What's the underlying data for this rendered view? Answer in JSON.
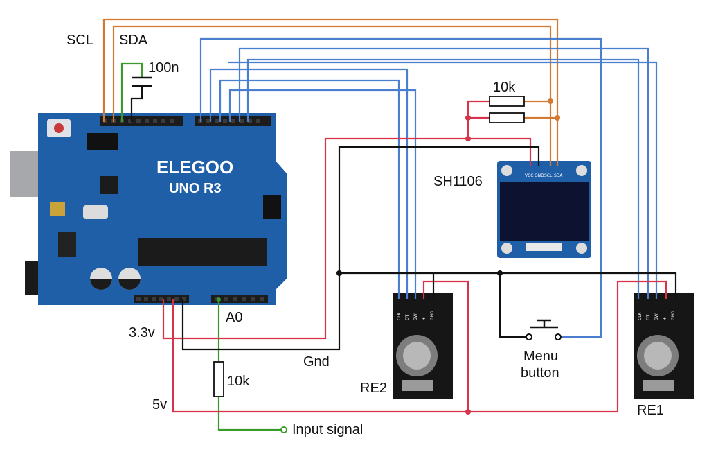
{
  "labels": {
    "scl": "SCL",
    "sda": "SDA",
    "cap": "100n",
    "res_top": "10k",
    "oled": "SH1106",
    "v33": "3.3v",
    "a0": "A0",
    "gnd": "Gnd",
    "res_in": "10k",
    "v5": "5v",
    "re2": "RE2",
    "menu1": "Menu",
    "menu2": "button",
    "re1": "RE1",
    "input": "Input signal"
  },
  "board": {
    "brand": "ELEGOO",
    "model": "UNO R3"
  },
  "oled_pins": [
    "VCC",
    "GND",
    "SCL",
    "SDA"
  ],
  "encoder_pins": [
    "CLK",
    "DT",
    "SW",
    "+",
    "GND"
  ],
  "colors": {
    "red": "#d7344a",
    "black": "#111111",
    "blue": "#4a7fd0",
    "orange": "#d27a33",
    "green": "#3a9a2a",
    "board": "#1f5fa8"
  }
}
